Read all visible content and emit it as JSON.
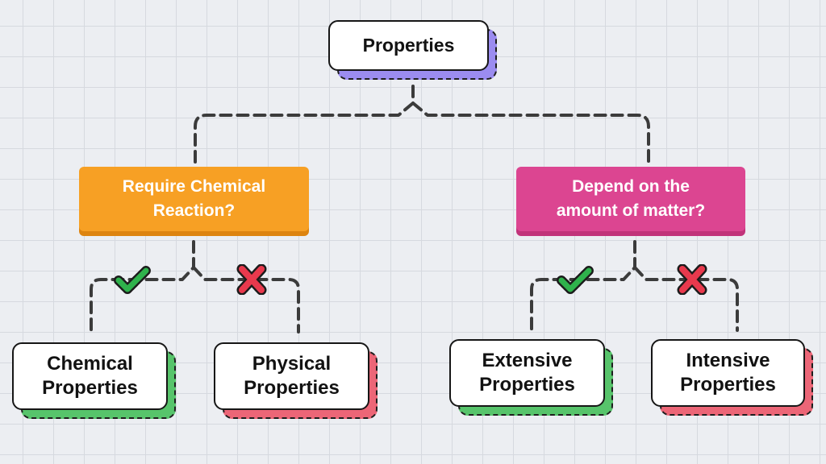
{
  "root": {
    "label": "Properties"
  },
  "decisions": {
    "chemical": {
      "label_line1": "Require Chemical",
      "label_line2": "Reaction?"
    },
    "amount": {
      "label_line1": "Depend on the",
      "label_line2": "amount of matter?"
    }
  },
  "leaves": {
    "chemical": {
      "line1": "Chemical",
      "line2": "Properties"
    },
    "physical": {
      "line1": "Physical",
      "line2": "Properties"
    },
    "extensive": {
      "line1": "Extensive",
      "line2": "Properties"
    },
    "intensive": {
      "line1": "Intensive",
      "line2": "Properties"
    }
  },
  "colors": {
    "root_shadow": "#9b8cf0",
    "decision_chemical": "#f7a024",
    "decision_chemical_base": "#dd8410",
    "decision_amount": "#dc4591",
    "decision_amount_base": "#c1337a",
    "yes_shadow": "#57c46b",
    "no_shadow": "#ec6677",
    "check": "#2fb24c",
    "cross": "#e8394d"
  },
  "icons": {
    "yes": "check-icon",
    "no": "cross-icon"
  }
}
